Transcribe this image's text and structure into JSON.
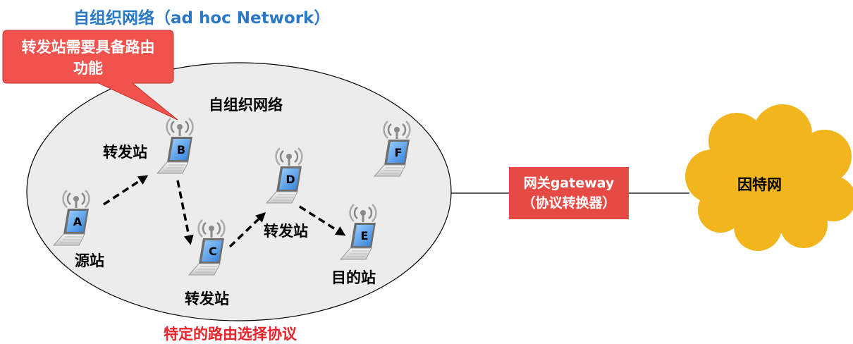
{
  "title": "自组织网络（ad hoc Network）",
  "callout": {
    "line1": "转发站需要具备路由",
    "line2": "功能"
  },
  "network_label": "自组织网络",
  "nodes": [
    {
      "id": "A",
      "role": "源站"
    },
    {
      "id": "B",
      "role": "转发站"
    },
    {
      "id": "C",
      "role": "转发站"
    },
    {
      "id": "D",
      "role": "转发站"
    },
    {
      "id": "E",
      "role": "目的站"
    },
    {
      "id": "F",
      "role": ""
    }
  ],
  "gateway": {
    "line1": "网关gateway",
    "line2": "（协议转换器）"
  },
  "internet": "因特网",
  "footer": "特定的路由选择协议",
  "colors": {
    "title": "#2a78c8",
    "callout": "#f0534e",
    "gateway": "#e64a45",
    "cloud": "#f2b51e",
    "footer": "#e8242a",
    "ellipse": "#ececec"
  }
}
